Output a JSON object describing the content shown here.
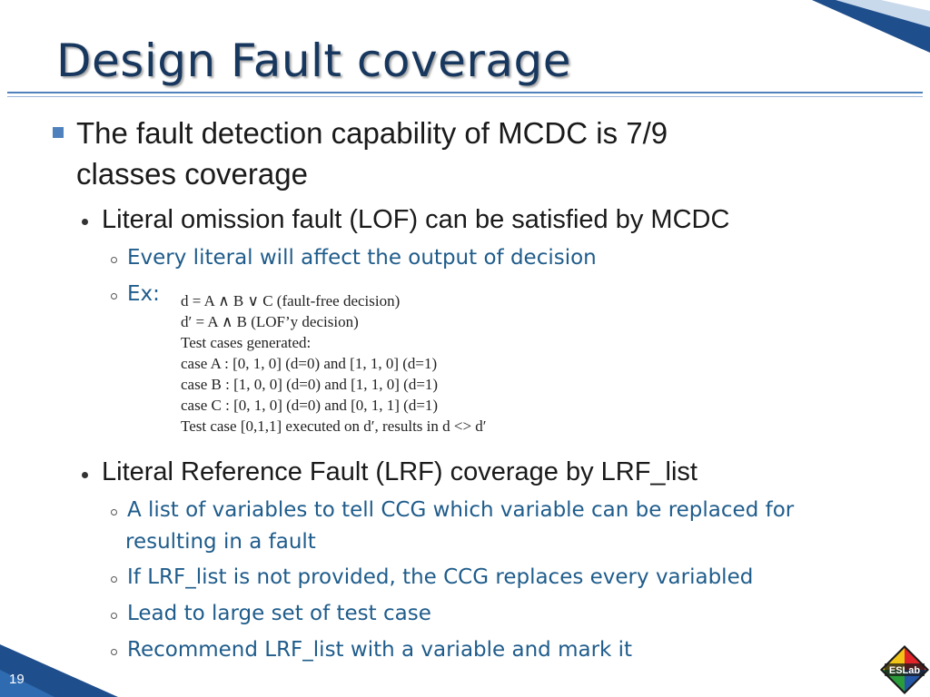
{
  "slide": {
    "title": "Design Fault coverage",
    "page_number": "19",
    "logo_text": "ESLab"
  },
  "content": {
    "main_bullet_line1": "The fault detection capability of MCDC is 7/9",
    "main_bullet_line2": "classes coverage",
    "sub1": "Literal omission fault (LOF) can be satisfied by MCDC",
    "sub1_items": [
      "Every literal will affect the output of decision",
      "Ex:"
    ],
    "example_lines": [
      "d = A ∧ B ∨ C (fault-free decision)",
      "d′ = A ∧ B (LOF’y decision)",
      "Test cases generated:",
      "case A : [0, 1, 0] (d=0) and [1, 1, 0] (d=1)",
      "case B : [1, 0, 0] (d=0) and [1, 1, 0] (d=1)",
      "case C : [0, 1, 0] (d=0) and [0, 1, 1] (d=1)",
      "Test case [0,1,1] executed on d′, results in d <> d′"
    ],
    "sub2": "Literal Reference Fault (LRF) coverage by LRF_list",
    "sub2_items": [
      "A list of variables to tell CCG which variable can be replaced  for",
      "resulting in a fault",
      "If LRF_list is not provided, the CCG replaces every variabled",
      "Lead to large set of test case",
      "Recommend LRF_list with a variable and mark it"
    ]
  },
  "colors": {
    "title": "#17375e",
    "accent": "#4f81bd",
    "level3_text": "#1f5c8b"
  }
}
